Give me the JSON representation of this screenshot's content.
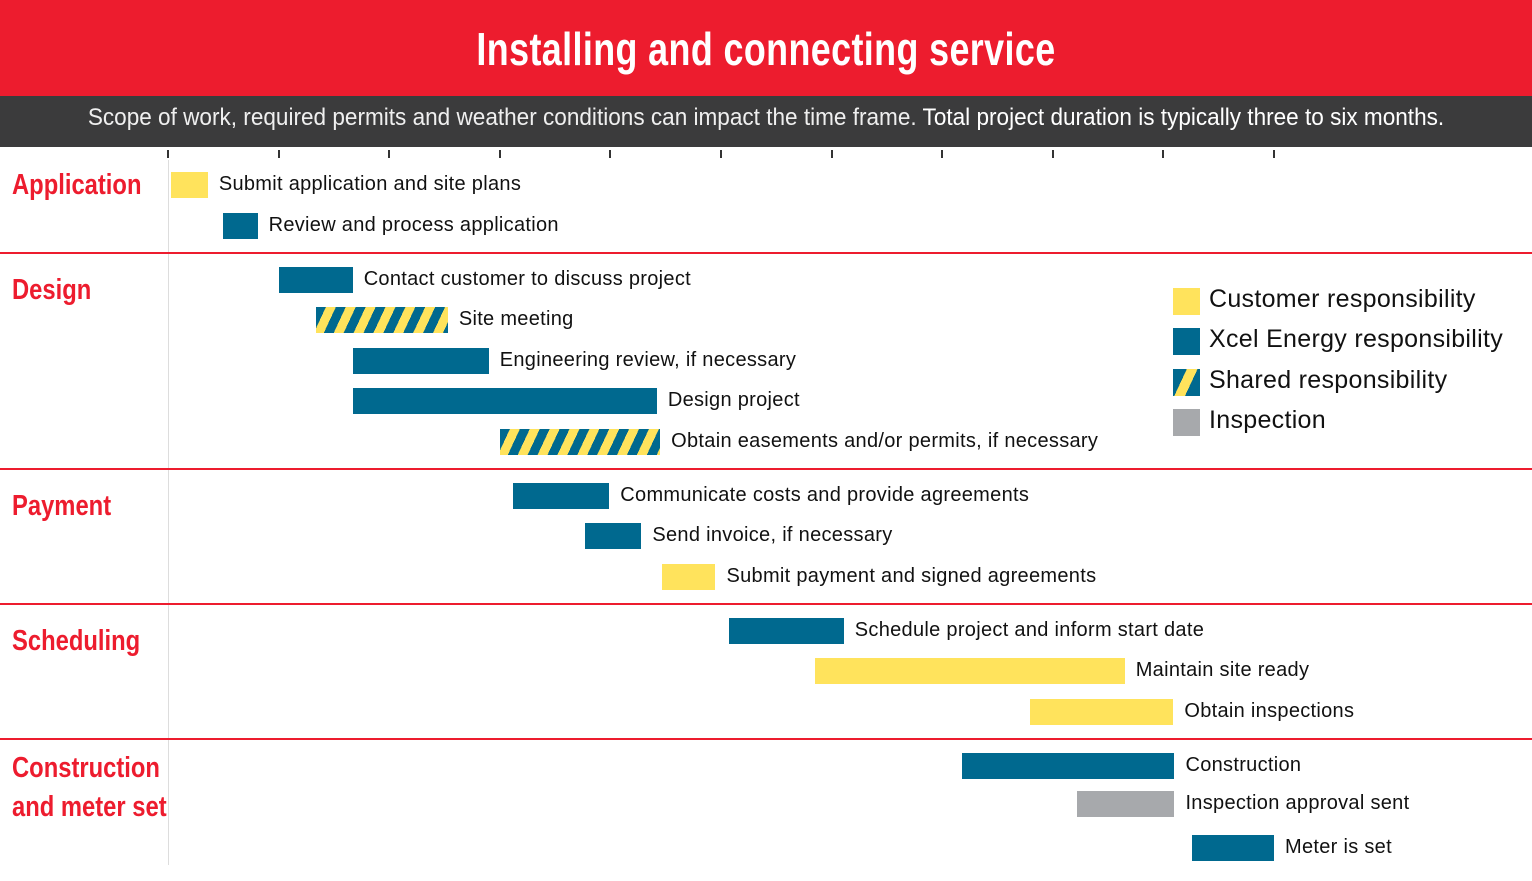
{
  "header": {
    "title": "Installing and connecting service",
    "subtitle_a": "Scope of work, required permits and weather conditions can impact the time frame.",
    "subtitle_b": "Total project duration is typically three to six months."
  },
  "colors": {
    "brand_red": "#ED1C2E",
    "customer": "#FFE35C",
    "xcel": "#00698F",
    "inspection": "#A7A9AC"
  },
  "chart_data": {
    "type": "gantt",
    "title": "Installing and connecting service",
    "xlim": [
      0,
      10
    ],
    "tick_count": 11,
    "tick_labels": [],
    "legend": [
      {
        "key": "customer",
        "label": "Customer responsibility"
      },
      {
        "key": "xcel",
        "label": "Xcel Energy responsibility"
      },
      {
        "key": "shared",
        "label": "Shared responsibility"
      },
      {
        "key": "inspection",
        "label": "Inspection"
      }
    ],
    "legend_placement": "right",
    "sections": [
      {
        "label": "Application",
        "tasks": [
          {
            "label": "Submit application and site plans",
            "start": 0.03,
            "end": 0.36,
            "type": "customer"
          },
          {
            "label": "Review and process application",
            "start": 0.5,
            "end": 0.81,
            "type": "xcel"
          }
        ]
      },
      {
        "label": "Design",
        "tasks": [
          {
            "label": "Contact customer to discuss project",
            "start": 1.0,
            "end": 1.67,
            "type": "xcel"
          },
          {
            "label": "Site meeting",
            "start": 1.34,
            "end": 2.53,
            "type": "shared"
          },
          {
            "label": "Engineering review, if necessary",
            "start": 1.67,
            "end": 2.9,
            "type": "xcel"
          },
          {
            "label": "Design project",
            "start": 1.67,
            "end": 4.42,
            "type": "xcel"
          },
          {
            "label": "Obtain easements and/or permits, if necessary",
            "start": 3.0,
            "end": 4.45,
            "type": "shared"
          }
        ]
      },
      {
        "label": "Payment",
        "tasks": [
          {
            "label": "Communicate costs and provide agreements",
            "start": 3.12,
            "end": 3.99,
            "type": "xcel"
          },
          {
            "label": "Send invoice, if necessary",
            "start": 3.77,
            "end": 4.28,
            "type": "xcel"
          },
          {
            "label": "Submit payment and signed agreements",
            "start": 4.47,
            "end": 4.95,
            "type": "customer"
          }
        ]
      },
      {
        "label": "Scheduling",
        "tasks": [
          {
            "label": "Schedule project and inform start date",
            "start": 5.07,
            "end": 6.11,
            "type": "xcel"
          },
          {
            "label": "Maintain site ready",
            "start": 5.85,
            "end": 8.65,
            "type": "customer"
          },
          {
            "label": "Obtain inspections",
            "start": 7.79,
            "end": 9.09,
            "type": "customer"
          }
        ]
      },
      {
        "label": "Construction and meter set",
        "label_line1": "Construction",
        "label_line2": "and meter set",
        "tasks": [
          {
            "label": "Construction",
            "start": 7.18,
            "end": 9.1,
            "type": "xcel"
          },
          {
            "label": "Inspection approval sent",
            "start": 8.22,
            "end": 9.1,
            "type": "inspection"
          },
          {
            "label": "Meter is set",
            "start": 9.26,
            "end": 10.0,
            "type": "xcel"
          }
        ]
      }
    ]
  }
}
